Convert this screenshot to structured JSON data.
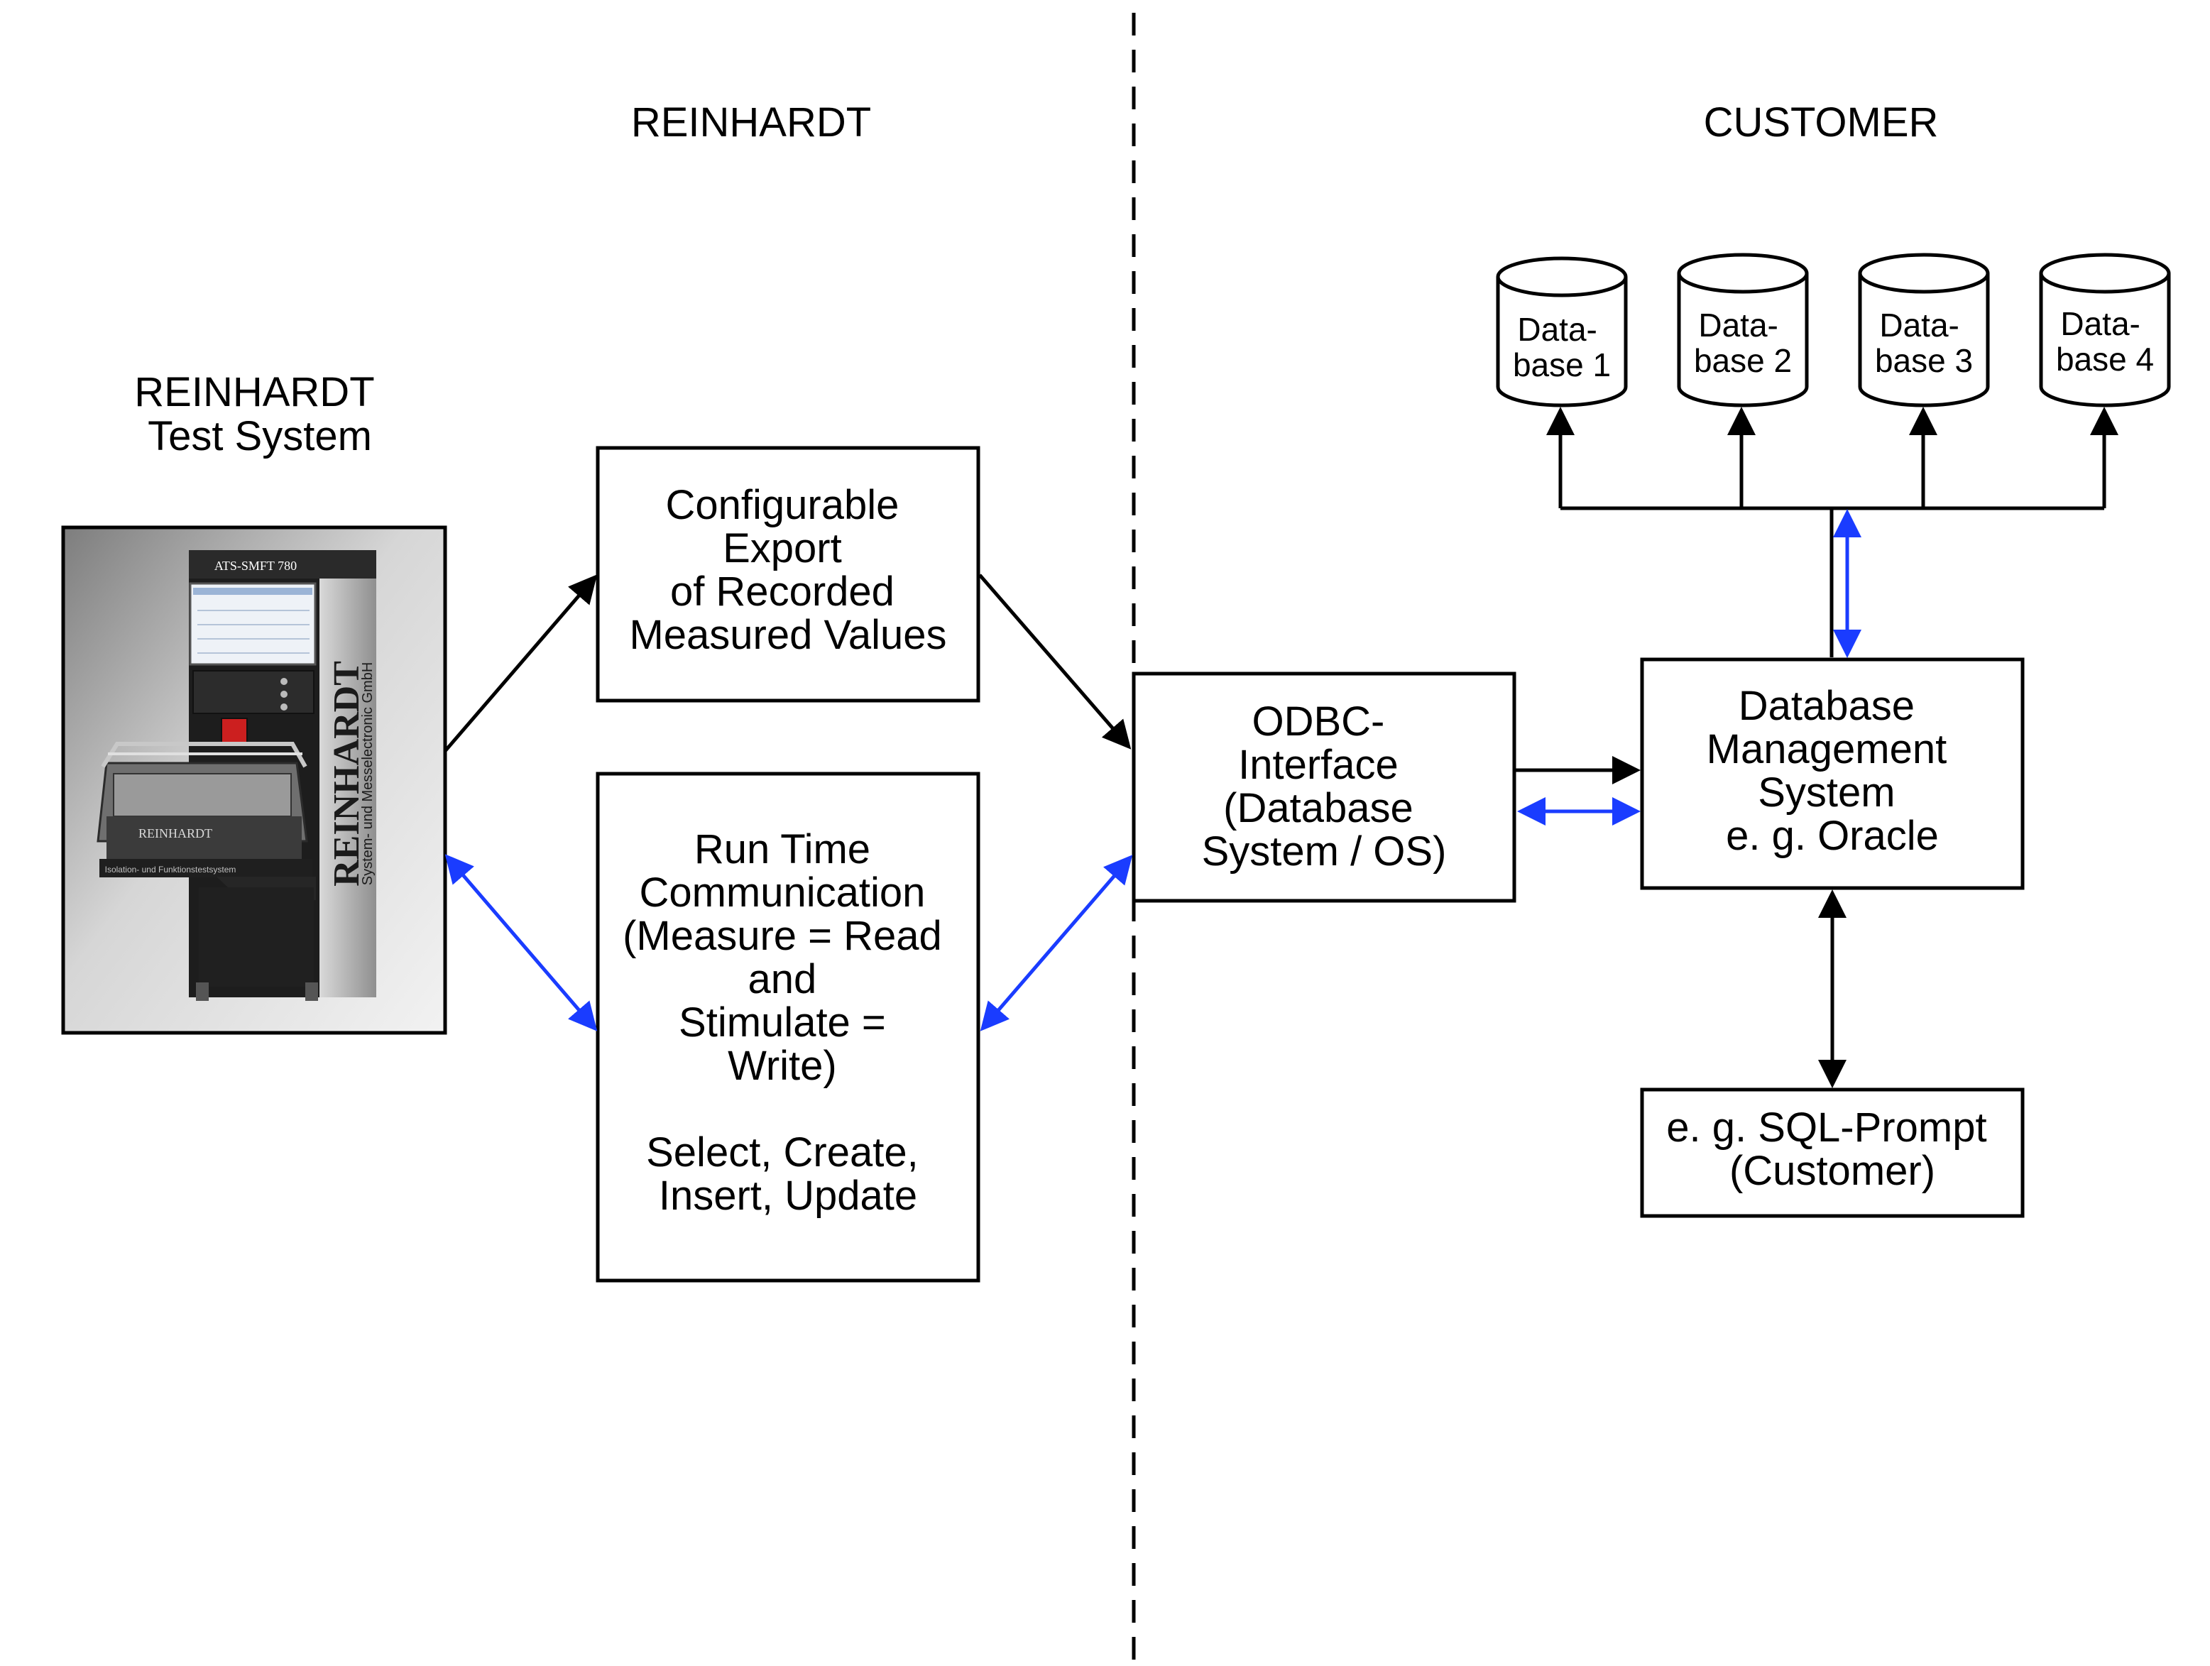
{
  "sections": {
    "left": "REINHARDT",
    "right": "CUSTOMER"
  },
  "test_system": {
    "title_line1": "REINHARDT",
    "title_line2": "Test System",
    "machine": {
      "model_plate": "ATS-SMFT 780",
      "brand_vertical": "REINHARDT",
      "company_vertical": "System- und Messelectronic GmbH",
      "drawer_brand": "REINHARDT",
      "base_label": "Isolation- und Funktionstestsystem"
    }
  },
  "export_box": {
    "lines": [
      "Configurable",
      "Export",
      "of Recorded",
      "Measured Values"
    ]
  },
  "runtime_box": {
    "lines": [
      "Run Time",
      "Communication",
      "(Measure = Read",
      "and",
      "Stimulate =",
      "Write)",
      "",
      "Select, Create,",
      "Insert, Update"
    ]
  },
  "odbc_box": {
    "lines": [
      "ODBC-",
      "Interface",
      "(Database",
      "System / OS)"
    ]
  },
  "dbms_box": {
    "lines": [
      "Database",
      "Management",
      "System",
      "e. g. Oracle"
    ]
  },
  "sql_box": {
    "lines": [
      "e. g. SQL-Prompt",
      "(Customer)"
    ]
  },
  "databases": [
    {
      "line1": "Data-",
      "line2": "base 1"
    },
    {
      "line1": "Data-",
      "line2": "base 2"
    },
    {
      "line1": "Data-",
      "line2": "base 3"
    },
    {
      "line1": "Data-",
      "line2": "base 4"
    }
  ],
  "colors": {
    "line": "#000000",
    "bidirectional_arrow": "#1a3cff",
    "photo_bg_light": "#e8e8e8",
    "photo_bg_dark": "#8c8c8c"
  }
}
